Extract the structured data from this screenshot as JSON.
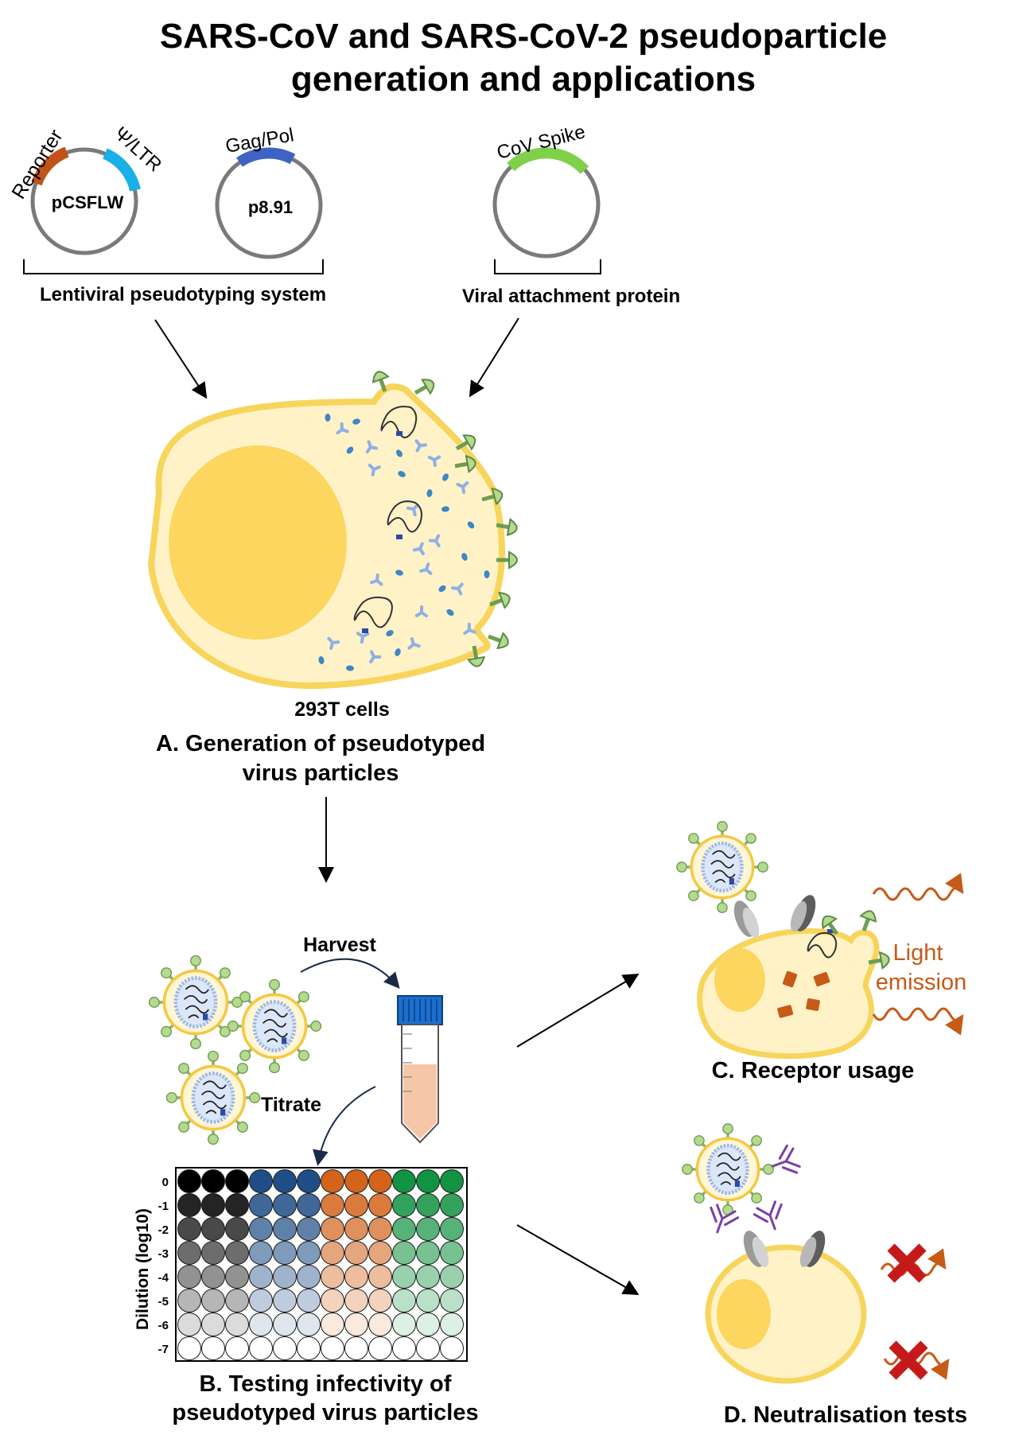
{
  "title_line1": "SARS-CoV and SARS-CoV-2 pseudoparticle",
  "title_line2": "generation and applications",
  "plasmids": {
    "reporter": "Reporter",
    "psi_ltr": "Ψ/LTR",
    "pcsflw": "pCSFLW",
    "gag_pol": "Gag/Pol",
    "p891": "p8.91",
    "cov_spike": "CoV Spike"
  },
  "groups": {
    "lentiviral": "Lentiviral pseudotyping system",
    "viral_attachment": "Viral attachment protein"
  },
  "cells_label": "293T cells",
  "panel_a": {
    "line1": "A. Generation of pseudotyped",
    "line2": "virus particles"
  },
  "harvest": "Harvest",
  "titrate": "Titrate",
  "plate": {
    "y_axis_label": "Dilution (log10)",
    "dilutions": [
      "0",
      "-1",
      "-2",
      "-3",
      "-4",
      "-5",
      "-6",
      "-7"
    ],
    "column_groups": [
      {
        "color": "#000000"
      },
      {
        "color": "#1f4e87"
      },
      {
        "color": "#d4641c"
      },
      {
        "color": "#129341"
      }
    ]
  },
  "panel_b": {
    "line1": "B. Testing infectivity of",
    "line2": "pseudotyped virus particles"
  },
  "light_emission": {
    "line1": "Light",
    "line2": "emission"
  },
  "panel_c": "C. Receptor usage",
  "panel_d": "D. Neutralisation tests",
  "colors": {
    "cell_fill": "#fff2c7",
    "cell_border": "#f7d55c",
    "nucleus": "#fcd65e",
    "reporter_arc": "#c1531a",
    "psi_arc": "#1aafe6",
    "gagpol_arc": "#3e63c4",
    "spike_arc": "#7fd14a",
    "light": "#c65a16",
    "cross": "#c61a1a",
    "antibody": "#7b3fa6"
  }
}
